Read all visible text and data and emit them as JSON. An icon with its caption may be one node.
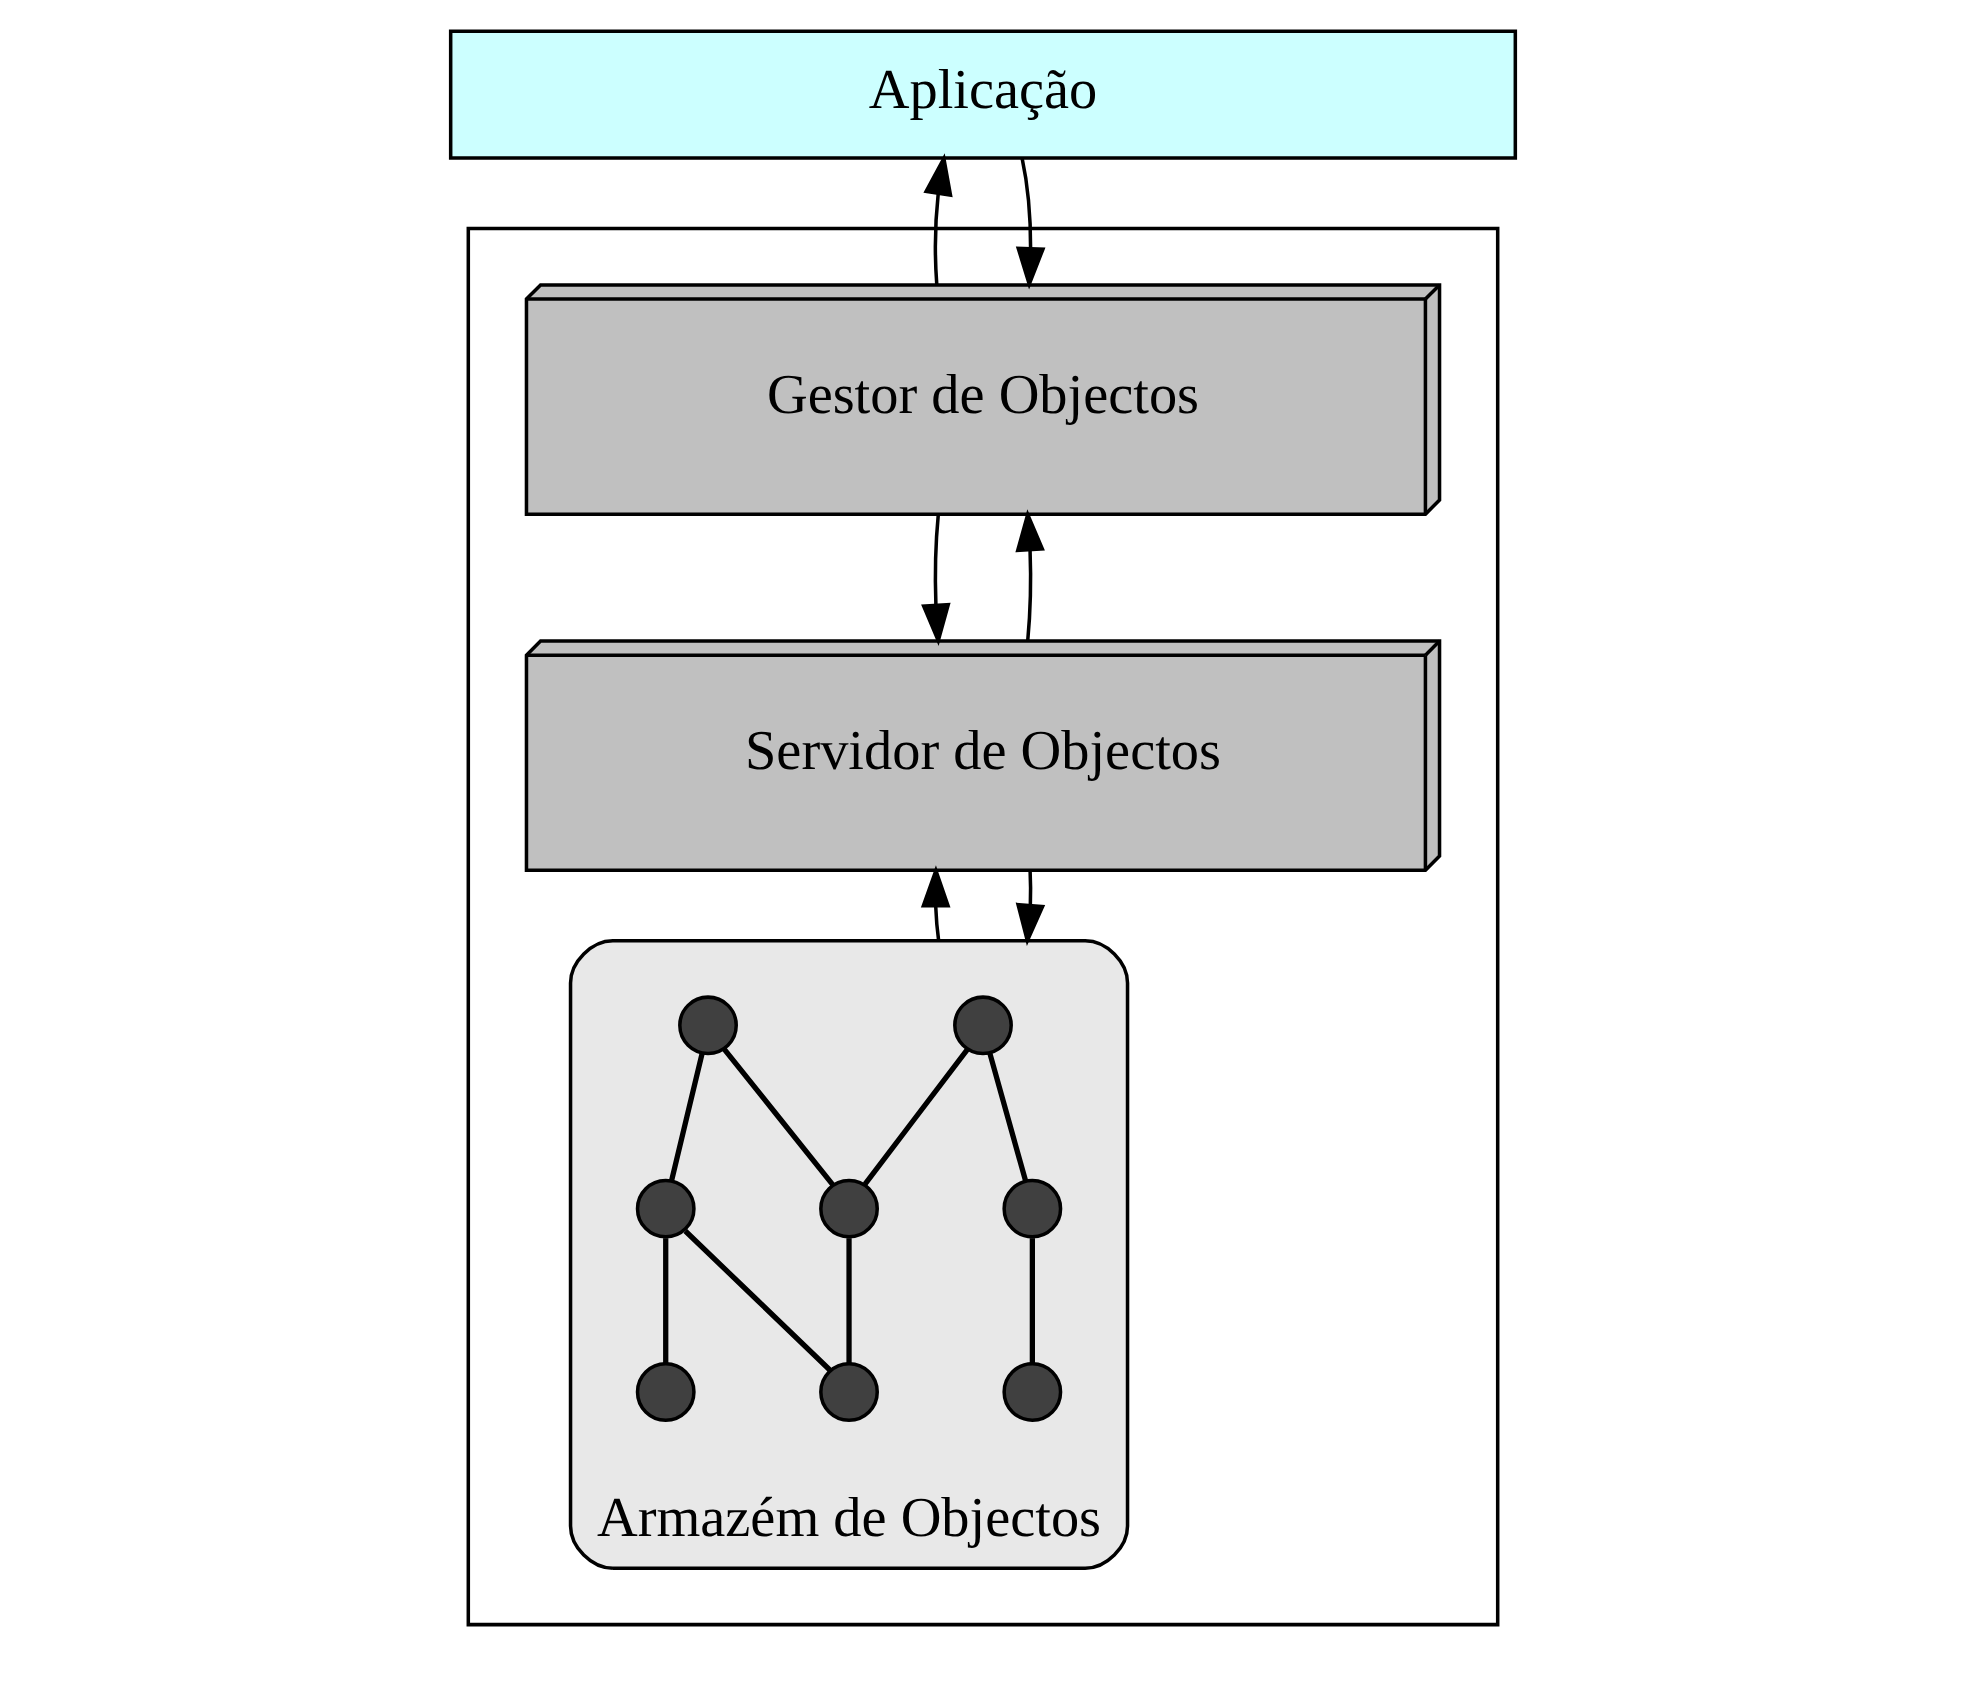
{
  "diagram": {
    "nodes": [
      {
        "text": [
          "Aplicação"
        ]
      },
      {
        "text": [],
        "shape": "box"
      },
      {
        "text": [
          "Gestor de Objectos"
        ],
        "in": 1
      },
      {
        "text": [
          "Servidor de Objectos"
        ],
        "in": 1
      },
      {
        "text": [
          "Armazém de Objectos"
        ],
        "in": 1
      },
      {
        "text": [],
        "shape": "circle",
        "in": 4
      },
      {
        "text": [],
        "shape": "circle",
        "in": 4
      },
      {
        "text": [],
        "shape": "circle",
        "in": 4
      },
      {
        "text": [],
        "shape": "circle",
        "in": 4
      },
      {
        "text": [],
        "shape": "circle",
        "in": 4
      },
      {
        "text": [],
        "shape": "circle",
        "in": 4
      },
      {
        "text": [],
        "shape": "circle",
        "in": 4
      },
      {
        "text": [],
        "shape": "circle",
        "in": 4
      }
    ],
    "edges": [
      {
        "from": 0,
        "to": 2,
        "arrow": "to"
      },
      {
        "from": 2,
        "to": 0,
        "arrow": "to"
      },
      {
        "from": 2,
        "to": 3,
        "arrow": "to"
      },
      {
        "from": 3,
        "to": 2,
        "arrow": "to"
      },
      {
        "from": 3,
        "to": 4,
        "arrow": "to"
      },
      {
        "from": 4,
        "to": 3,
        "arrow": "to"
      },
      {
        "from": 5,
        "to": 9,
        "arrow": "none"
      },
      {
        "from": 5,
        "to": 10,
        "arrow": "none"
      },
      {
        "from": 6,
        "to": 7,
        "arrow": "none"
      },
      {
        "from": 6,
        "to": 10,
        "arrow": "none"
      },
      {
        "from": 7,
        "to": 8,
        "arrow": "none"
      },
      {
        "from": 7,
        "to": 11,
        "arrow": "none"
      },
      {
        "from": 10,
        "to": 11,
        "arrow": "none"
      },
      {
        "from": 9,
        "to": 12,
        "arrow": "none"
      }
    ]
  }
}
